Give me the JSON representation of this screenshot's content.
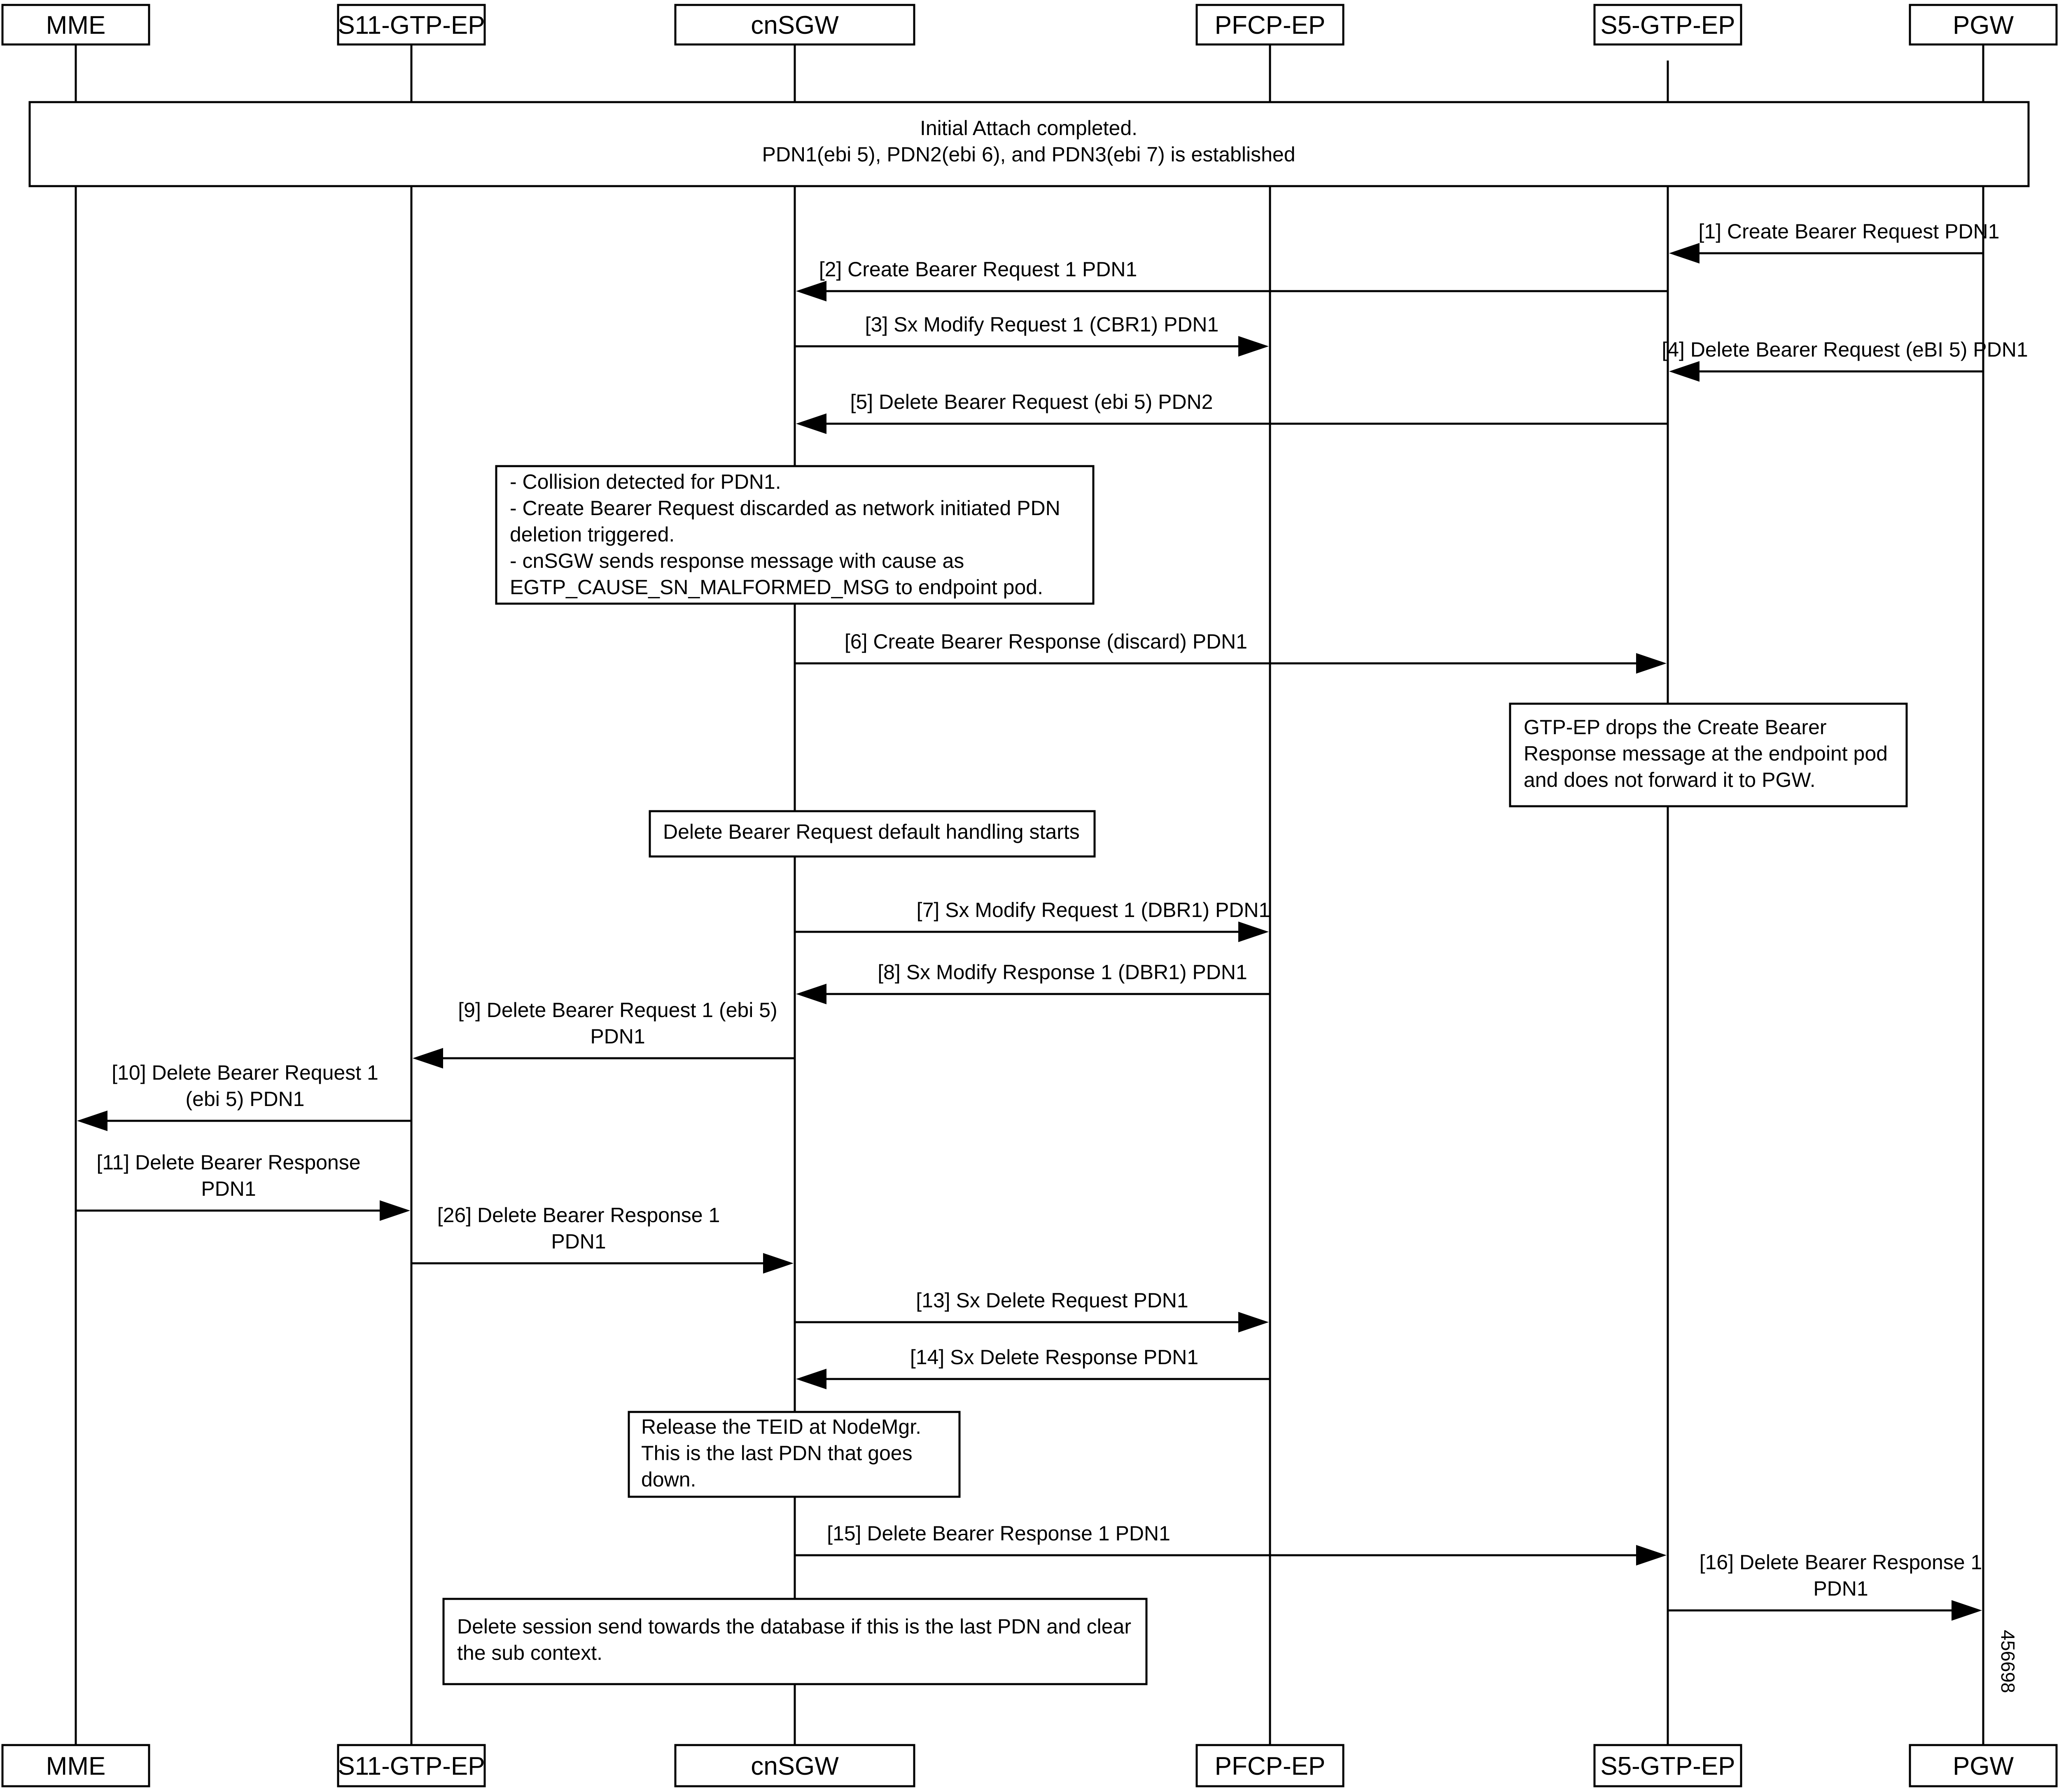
{
  "participants": [
    {
      "id": "mme",
      "label": "MME"
    },
    {
      "id": "s11",
      "label": "S11-GTP-EP"
    },
    {
      "id": "sgw",
      "label": "cnSGW"
    },
    {
      "id": "pfcp",
      "label": "PFCP-EP"
    },
    {
      "id": "s5",
      "label": "S5-GTP-EP"
    },
    {
      "id": "pgw",
      "label": "PGW"
    }
  ],
  "banner": {
    "lines": [
      "Initial Attach completed.",
      "PDN1(ebi 5), PDN2(ebi 6), and PDN3(ebi 7) is established"
    ]
  },
  "messages": [
    {
      "id": "m1",
      "from": "pgw",
      "to": "s5",
      "lines": [
        "[1] Create Bearer Request PDN1"
      ]
    },
    {
      "id": "m2",
      "from": "s5",
      "to": "sgw",
      "lines": [
        "[2]  Create Bearer Request 1 PDN1"
      ]
    },
    {
      "id": "m3",
      "from": "sgw",
      "to": "pfcp",
      "lines": [
        "[3]  Sx Modify Request 1 (CBR1) PDN1"
      ]
    },
    {
      "id": "m4",
      "from": "pgw",
      "to": "s5",
      "lines": [
        "[4] Delete Bearer Request (eBI 5) PDN1"
      ]
    },
    {
      "id": "m5",
      "from": "s5",
      "to": "sgw",
      "lines": [
        "[5] Delete Bearer Request (ebi 5) PDN2"
      ]
    },
    {
      "id": "m6",
      "from": "sgw",
      "to": "s5",
      "lines": [
        "[6]  Create Bearer Response (discard) PDN1"
      ]
    },
    {
      "id": "m7",
      "from": "sgw",
      "to": "pfcp",
      "lines": [
        "[7]  Sx Modify Request 1 (DBR1) PDN1"
      ]
    },
    {
      "id": "m8",
      "from": "pfcp",
      "to": "sgw",
      "lines": [
        "[8] Sx Modify Response 1 (DBR1)  PDN1"
      ]
    },
    {
      "id": "m9",
      "from": "sgw",
      "to": "s11",
      "lines": [
        "[9] Delete Bearer Request 1 (ebi 5)",
        "PDN1"
      ]
    },
    {
      "id": "m10",
      "from": "s11",
      "to": "mme",
      "lines": [
        "[10]  Delete Bearer Request 1",
        "(ebi 5) PDN1"
      ]
    },
    {
      "id": "m11",
      "from": "mme",
      "to": "s11",
      "lines": [
        "[11] Delete Bearer Response",
        "PDN1"
      ]
    },
    {
      "id": "m12",
      "from": "s11",
      "to": "sgw",
      "lines": [
        "[26] Delete Bearer Response 1",
        "PDN1"
      ]
    },
    {
      "id": "m13",
      "from": "sgw",
      "to": "pfcp",
      "lines": [
        "[13] Sx Delete Request PDN1"
      ]
    },
    {
      "id": "m14",
      "from": "pfcp",
      "to": "sgw",
      "lines": [
        "[14] Sx Delete Response PDN1"
      ]
    },
    {
      "id": "m15",
      "from": "sgw",
      "to": "s5",
      "lines": [
        "[15] Delete Bearer Response 1 PDN1"
      ]
    },
    {
      "id": "m16",
      "from": "s5",
      "to": "pgw",
      "lines": [
        "[16] Delete Bearer Response 1",
        "PDN1"
      ]
    }
  ],
  "notes": [
    {
      "id": "n1",
      "lines": [
        "- Collision detected for PDN1.",
        "- Create Bearer Request discarded as network initiated PDN",
        "deletion triggered.",
        "- cnSGW sends response message with cause as",
        "EGTP_CAUSE_SN_MALFORMED_MSG to endpoint pod."
      ]
    },
    {
      "id": "n2",
      "lines": [
        "GTP-EP drops the Create Bearer",
        "Response message at the endpoint pod",
        "and does not forward it to PGW."
      ]
    },
    {
      "id": "n3",
      "lines": [
        "Delete Bearer Request default handling starts"
      ]
    },
    {
      "id": "n4",
      "lines": [
        "Release the TEID at NodeMgr.",
        "This is the last PDN that goes",
        "down."
      ]
    },
    {
      "id": "n5",
      "lines": [
        "Delete session send towards the database if this is the last PDN and clear",
        "the sub context."
      ]
    }
  ],
  "figure_id": "456698"
}
